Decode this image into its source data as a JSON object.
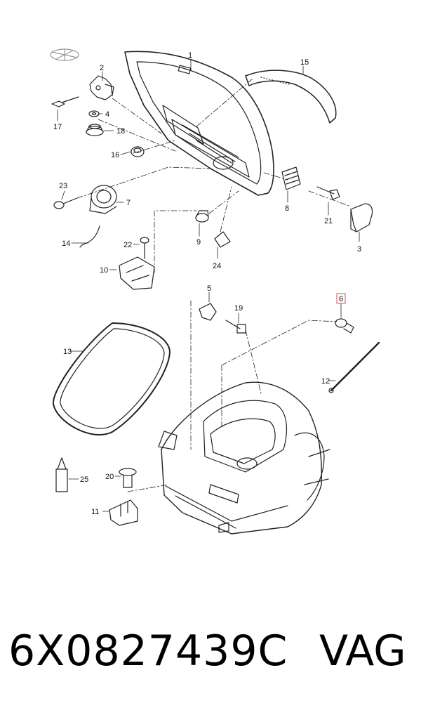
{
  "diagram": {
    "callouts": [
      {
        "id": "c1",
        "label": "1"
      },
      {
        "id": "c2",
        "label": "2"
      },
      {
        "id": "c3",
        "label": "3"
      },
      {
        "id": "c4",
        "label": "4"
      },
      {
        "id": "c5",
        "label": "5"
      },
      {
        "id": "c6",
        "label": "6",
        "highlighted": true
      },
      {
        "id": "c7",
        "label": "7"
      },
      {
        "id": "c8",
        "label": "8"
      },
      {
        "id": "c9",
        "label": "9"
      },
      {
        "id": "c10",
        "label": "10"
      },
      {
        "id": "c11",
        "label": "11"
      },
      {
        "id": "c12",
        "label": "12"
      },
      {
        "id": "c13",
        "label": "13"
      },
      {
        "id": "c14",
        "label": "14"
      },
      {
        "id": "c15",
        "label": "15"
      },
      {
        "id": "c16",
        "label": "16"
      },
      {
        "id": "c17",
        "label": "17"
      },
      {
        "id": "c18",
        "label": "18"
      },
      {
        "id": "c19",
        "label": "19"
      },
      {
        "id": "c20",
        "label": "20"
      },
      {
        "id": "c21",
        "label": "21"
      },
      {
        "id": "c22",
        "label": "22"
      },
      {
        "id": "c23",
        "label": "23"
      },
      {
        "id": "c24",
        "label": "24"
      },
      {
        "id": "c25",
        "label": "25"
      }
    ],
    "highlight_color": "#e04a5a",
    "line_color": "#222222"
  },
  "footer": {
    "part_number": "6X0827439C",
    "brand": "VAG"
  }
}
